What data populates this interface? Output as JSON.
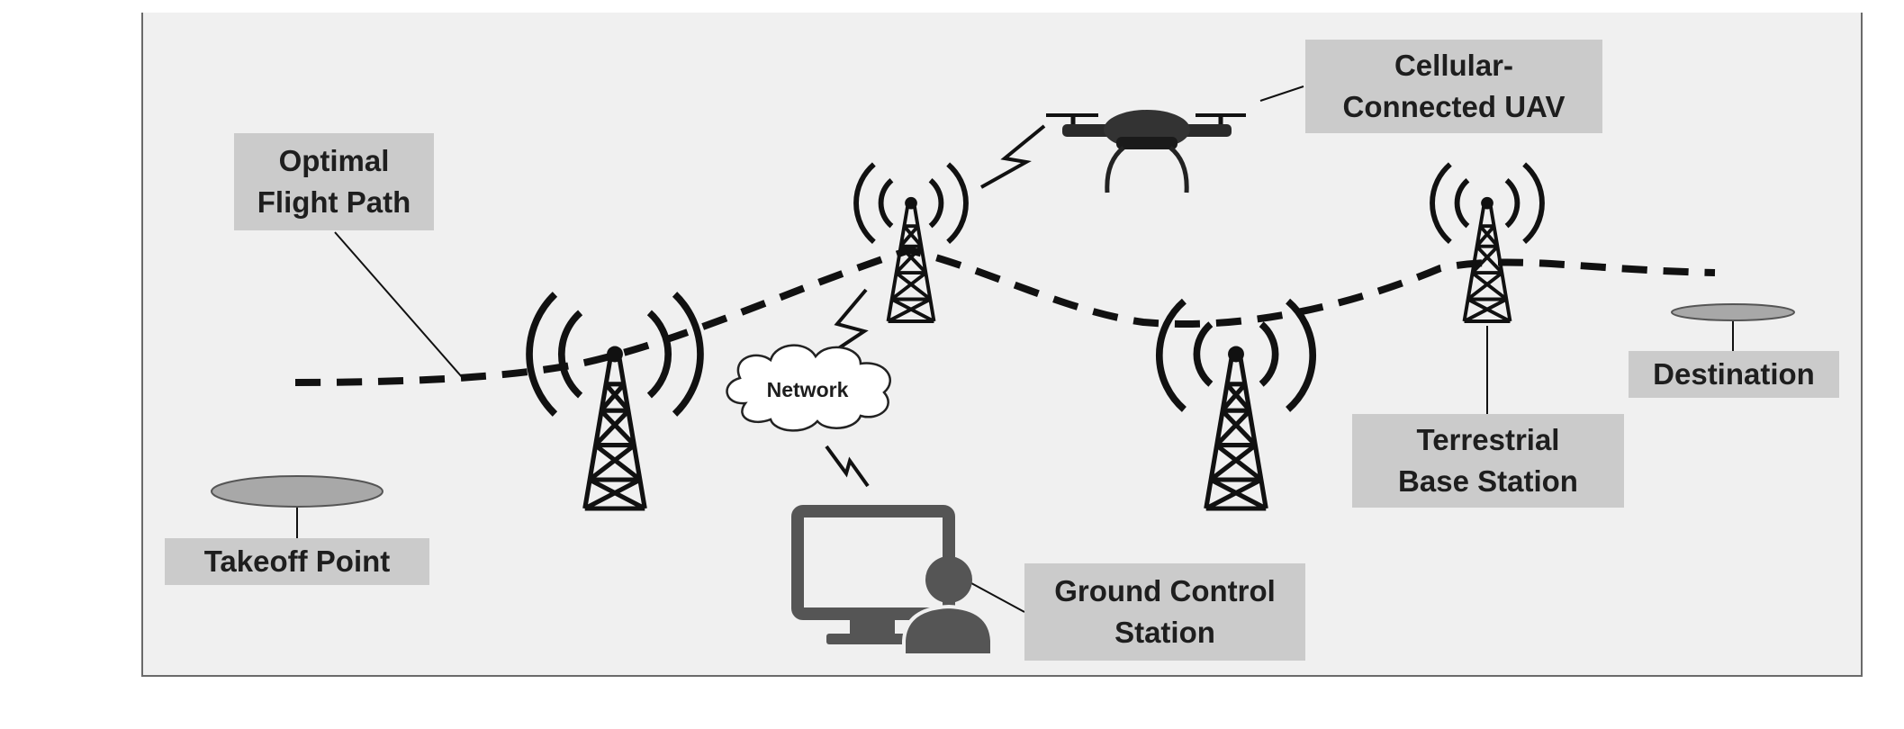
{
  "labels": {
    "optimal_flight_path": [
      "Optimal",
      "Flight Path"
    ],
    "cellular_uav": [
      "Cellular-",
      "Connected UAV"
    ],
    "takeoff_point": "Takeoff Point",
    "destination": "Destination",
    "terrestrial_bs": [
      "Terrestrial",
      "Base Station"
    ],
    "ground_control": [
      "Ground Control",
      "Station"
    ],
    "network": "Network"
  },
  "icons": [
    "tower-icon",
    "drone-icon",
    "monitor-icon",
    "person-icon",
    "cloud-icon",
    "lightning-link-icon",
    "landing-pad-icon"
  ],
  "colors": {
    "panel": "#f0f0f0",
    "label_box": "#cbcbcb",
    "ink": "#111111",
    "pad": "#a8a8a8",
    "station": "#555555"
  }
}
